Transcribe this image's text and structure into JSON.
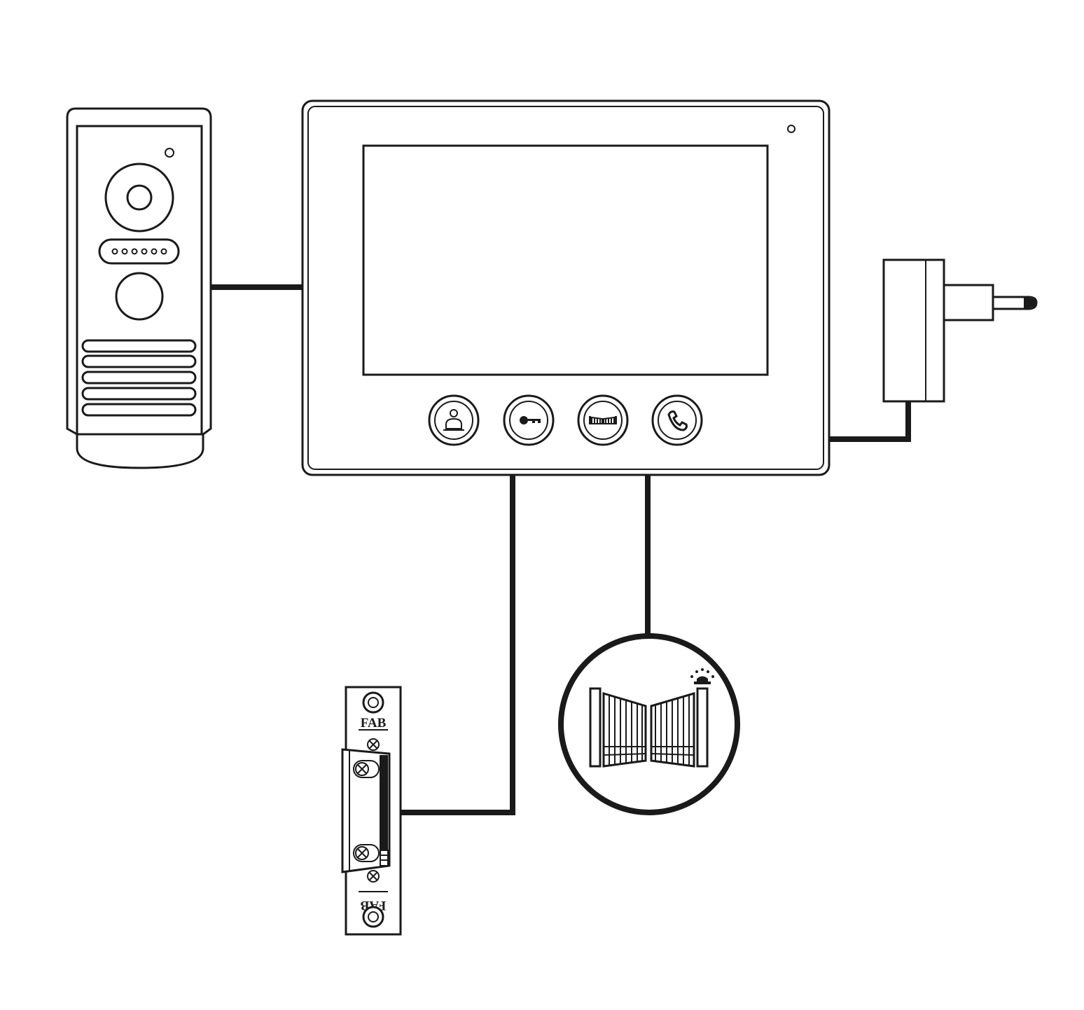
{
  "diagram": {
    "type": "intercom-wiring",
    "components": [
      {
        "id": "door-station",
        "icon": "outdoor-camera-panel"
      },
      {
        "id": "indoor-monitor",
        "icon": "monitor-with-four-buttons",
        "buttons": [
          "monitor-icon",
          "unlock-key-icon",
          "gate-icon",
          "phone-handset-icon"
        ]
      },
      {
        "id": "power-adapter",
        "icon": "plug-adapter"
      },
      {
        "id": "electric-strike",
        "icon": "electric-strike-lock"
      },
      {
        "id": "gate-automation",
        "icon": "swing-gate-with-beacon"
      }
    ],
    "connections": [
      [
        "door-station",
        "indoor-monitor"
      ],
      [
        "indoor-monitor",
        "power-adapter"
      ],
      [
        "indoor-monitor",
        "electric-strike"
      ],
      [
        "indoor-monitor",
        "gate-automation"
      ]
    ]
  },
  "strike": {
    "brand_top": "FAB",
    "brand_bottom": "FAB"
  },
  "colors": {
    "line": "#1a1a1a",
    "background": "#ffffff"
  }
}
